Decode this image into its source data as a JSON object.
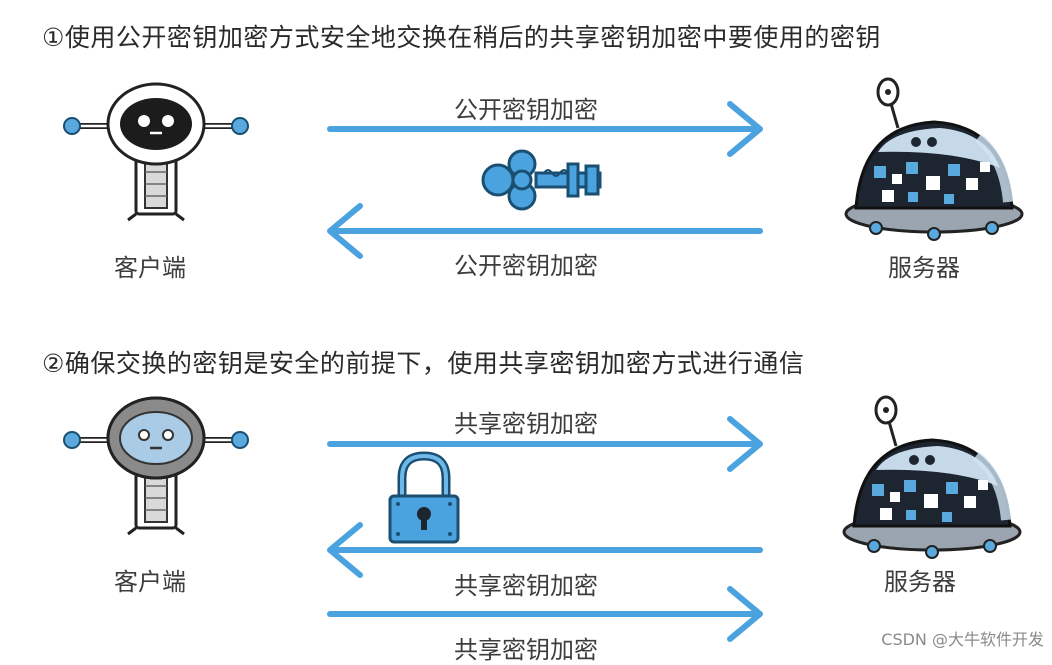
{
  "step1": {
    "title": "①使用公开密钥加密方式安全地交换在稍后的共享密钥加密中要使用的密钥",
    "client_label": "客户端",
    "server_label": "服务器",
    "arrow_top_label": "公开密钥加密",
    "arrow_bottom_label": "公开密钥加密",
    "item_icon": "key-icon"
  },
  "step2": {
    "title": "②确保交换的密钥是安全的前提下，使用共享密钥加密方式进行通信",
    "client_label": "客户端",
    "server_label": "服务器",
    "arrow_labels": [
      "共享密钥加密",
      "共享密钥加密",
      "共享密钥加密"
    ],
    "item_icon": "padlock-icon"
  },
  "watermark": "CSDN @大牛软件开发",
  "colors": {
    "arrow": "#4aa3df",
    "robot_face": "#1c1c1c",
    "robot_face_dim": "#a9cbe6",
    "server_dome": "#cfe3f3",
    "server_body": "#1d2530"
  }
}
